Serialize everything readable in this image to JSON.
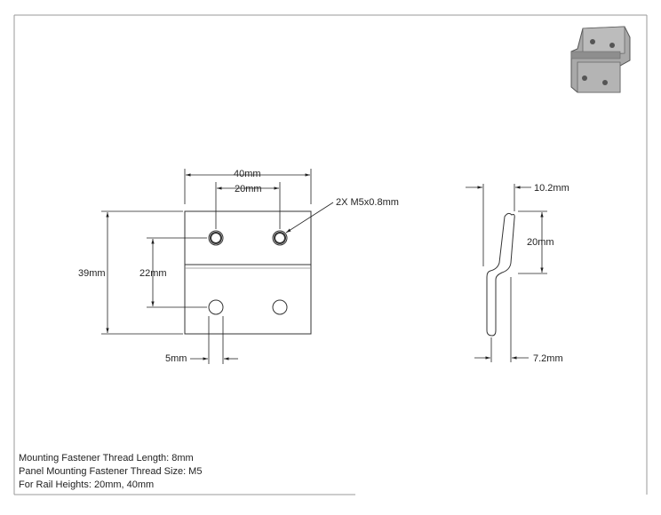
{
  "dimensions": {
    "front_width": "40mm",
    "hole_spacing": "20mm",
    "thread_callout": "2X M5x0.8mm",
    "height": "39mm",
    "hole_vertical_spacing": "22mm",
    "hole_edge_offset": "5mm",
    "side_depth_top": "10.2mm",
    "side_height": "20mm",
    "side_depth_bottom": "7.2mm"
  },
  "notes": [
    "Mounting Fastener Thread Length: 8mm",
    "Panel Mounting Fastener Thread Size: M5",
    "For Rail Heights: 20mm, 40mm"
  ]
}
